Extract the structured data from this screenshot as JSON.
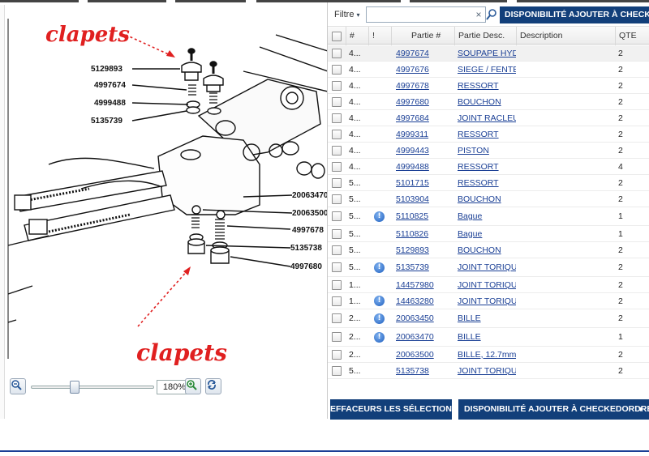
{
  "diagram": {
    "callouts": [
      "clapets",
      "clapets"
    ],
    "part_labels_left": [
      "5129893",
      "4997674",
      "4999488",
      "5135739"
    ],
    "part_labels_right": [
      "20063470",
      "20063500",
      "4997678",
      "5135738",
      "4997680"
    ]
  },
  "zoom": {
    "zoom_out_icon": "zoom-out-icon",
    "zoom_in_icon": "zoom-in-icon",
    "refresh_icon": "refresh-icon",
    "value": "180%",
    "level_fraction": 0.34
  },
  "toolbar": {
    "filter_label": "Filtre",
    "filter_caret": "▾",
    "search_placeholder": "",
    "clear_glyph": "×",
    "dispo_label": "DISPONIBILITÉ AJOUTER À CHECKEDORDRE"
  },
  "grid": {
    "headers": {
      "num": "#",
      "flag": "!",
      "part": "Partie #",
      "desc": "Partie Desc.",
      "description": "Description",
      "qty": "QTE"
    },
    "rows": [
      {
        "num": "4...",
        "info": false,
        "part": "4997674",
        "desc": "SOUPAPE HYD",
        "qty": "2",
        "selected": true
      },
      {
        "num": "4...",
        "info": false,
        "part": "4997676",
        "desc": "SIEGE / FENTE",
        "qty": "2",
        "selected": false
      },
      {
        "num": "4...",
        "info": false,
        "part": "4997678",
        "desc": "RESSORT",
        "qty": "2",
        "selected": false
      },
      {
        "num": "4...",
        "info": false,
        "part": "4997680",
        "desc": "BOUCHON",
        "qty": "2",
        "selected": false
      },
      {
        "num": "4...",
        "info": false,
        "part": "4997684",
        "desc": "JOINT RACLEUI",
        "qty": "2",
        "selected": false
      },
      {
        "num": "4...",
        "info": false,
        "part": "4999311",
        "desc": "RESSORT",
        "qty": "2",
        "selected": false
      },
      {
        "num": "4...",
        "info": false,
        "part": "4999443",
        "desc": "PISTON",
        "qty": "2",
        "selected": false
      },
      {
        "num": "4...",
        "info": false,
        "part": "4999488",
        "desc": "RESSORT",
        "qty": "4",
        "selected": false
      },
      {
        "num": "5...",
        "info": false,
        "part": "5101715",
        "desc": "RESSORT",
        "qty": "2",
        "selected": false
      },
      {
        "num": "5...",
        "info": false,
        "part": "5103904",
        "desc": "BOUCHON",
        "qty": "2",
        "selected": false
      },
      {
        "num": "5...",
        "info": true,
        "part": "5110825",
        "desc": "Bague",
        "qty": "1",
        "selected": false
      },
      {
        "num": "5...",
        "info": false,
        "part": "5110826",
        "desc": "Bague",
        "qty": "1",
        "selected": false
      },
      {
        "num": "5...",
        "info": false,
        "part": "5129893",
        "desc": "BOUCHON",
        "qty": "2",
        "selected": false
      },
      {
        "num": "5...",
        "info": true,
        "part": "5135739",
        "desc": "JOINT TORIQUE",
        "qty": "2",
        "selected": false
      },
      {
        "num": "1...",
        "info": false,
        "part": "14457980",
        "desc": "JOINT TORIQUE",
        "qty": "2",
        "selected": false
      },
      {
        "num": "1...",
        "info": true,
        "part": "14463280",
        "desc": "JOINT TORIQUE",
        "qty": "2",
        "selected": false
      },
      {
        "num": "2...",
        "info": true,
        "part": "20063450",
        "desc": "BILLE",
        "qty": "2",
        "selected": false
      },
      {
        "num": "2...",
        "info": true,
        "part": "20063470",
        "desc": "BILLE",
        "qty": "1",
        "selected": false
      },
      {
        "num": "2...",
        "info": false,
        "part": "20063500",
        "desc": "BILLE, 12.7mm",
        "qty": "2",
        "selected": false
      },
      {
        "num": "5...",
        "info": false,
        "part": "5135738",
        "desc": "JOINT TORIQUE",
        "qty": "2",
        "selected": false
      }
    ]
  },
  "buttons": {
    "clear_label": "EFFACEURS LES SÉLECTIONS",
    "dispo_label": "DISPONIBILITÉ AJOUTER À CHECKEDORDRE",
    "dd_arrow": "▼"
  },
  "colors": {
    "accent": "#123f7a",
    "link": "#1a3f95",
    "callout": "#e02020"
  }
}
